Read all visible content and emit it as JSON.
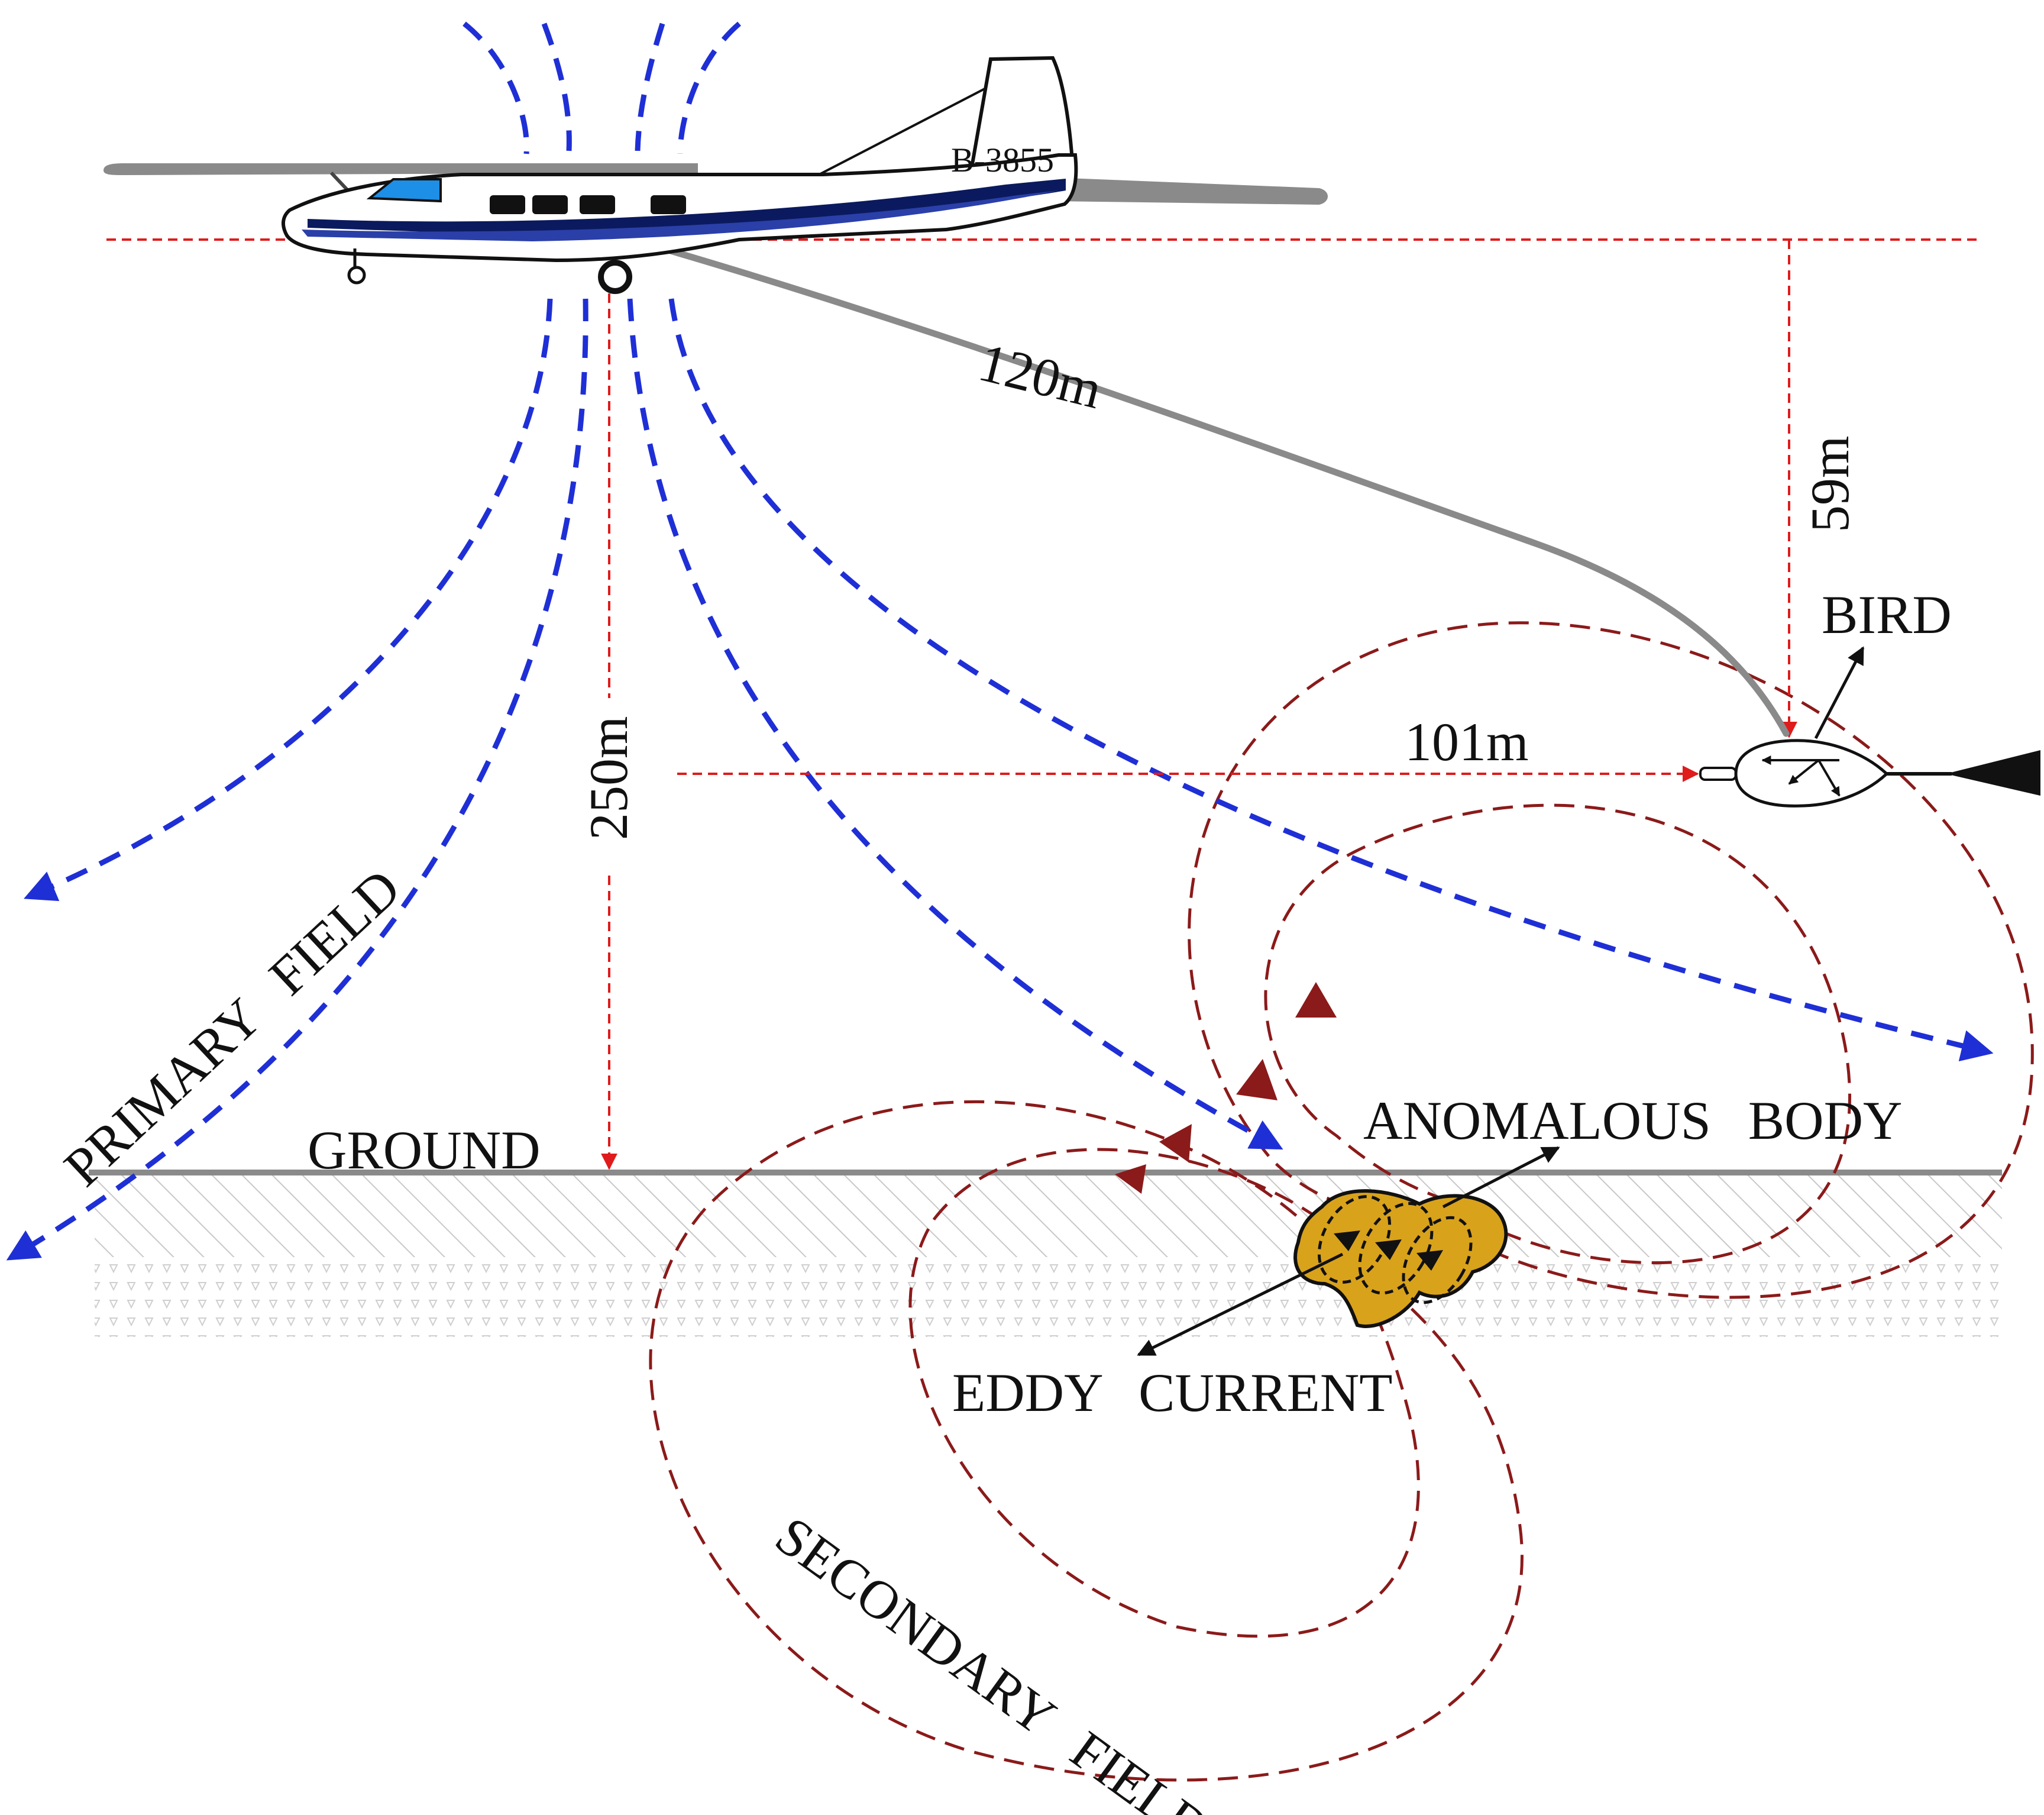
{
  "labels": {
    "registration": "B-3855",
    "cable_length": "120m",
    "bird_height": "59m",
    "bird": "BIRD",
    "bird_offset": "101m",
    "plane_height": "250m",
    "primary_field": "PRIMARY FIELD",
    "ground": "GROUND",
    "anomalous_body": "ANOMALOUS BODY",
    "eddy_current": "EDDY CURRENT",
    "secondary_field": "SECONDARY FIELD"
  },
  "colors": {
    "primary_field": "#1f2fd6",
    "secondary_field": "#8b1a1a",
    "dimension": "#e01b1b",
    "ground": "#8a8a8a",
    "cable": "#8a8a8a",
    "body_fill": "#d9a21b",
    "fuselage_stripe": "#2a3fa8",
    "fuselage_dark": "#0b1a5e",
    "windshield": "#1e8fe6"
  },
  "icons": {
    "aircraft": "airplane-icon",
    "bird": "towed-bird-icon",
    "anomalous_body": "ore-body-icon"
  }
}
